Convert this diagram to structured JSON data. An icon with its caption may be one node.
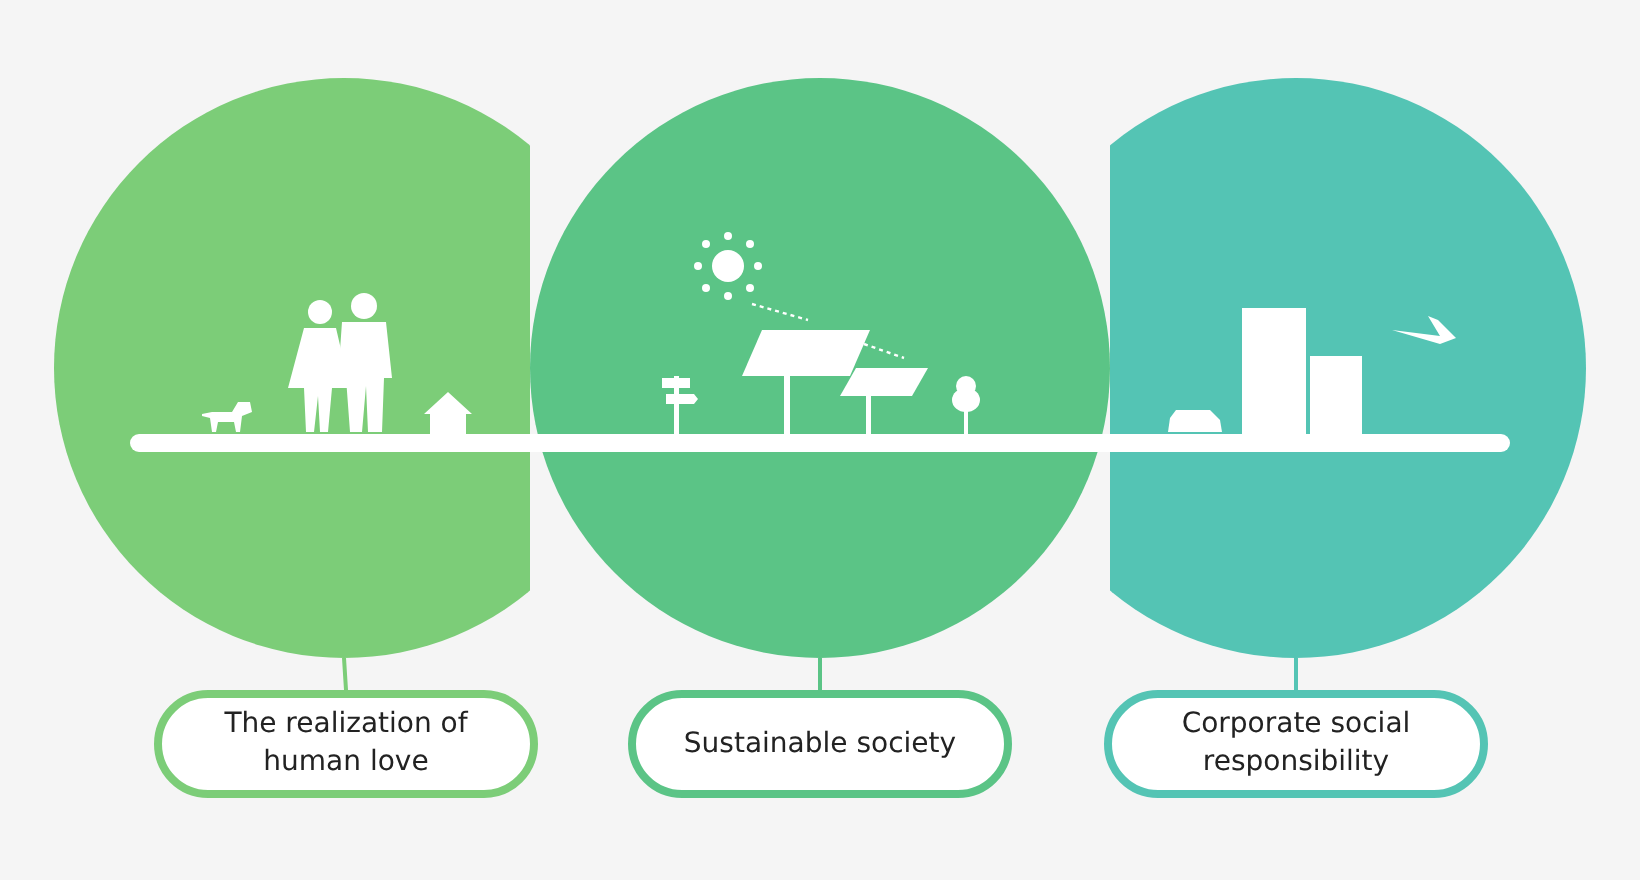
{
  "diagram": {
    "nodes": [
      {
        "text": [],
        "shape": "circle"
      },
      {
        "text": [],
        "shape": "circle"
      },
      {
        "text": [],
        "shape": "circle"
      },
      {
        "text": [
          "The realization of human love"
        ]
      },
      {
        "text": [
          "Sustainable society"
        ]
      },
      {
        "text": [
          "Corporate social responsibility"
        ]
      }
    ],
    "edges": [
      {
        "from": 0,
        "to": 3,
        "arrow": "none",
        "color": "#7ccd78"
      },
      {
        "from": 1,
        "to": 4,
        "arrow": "none",
        "color": "#5bc486"
      },
      {
        "from": 2,
        "to": 5,
        "arrow": "none",
        "color": "#54c4b4"
      }
    ]
  }
}
